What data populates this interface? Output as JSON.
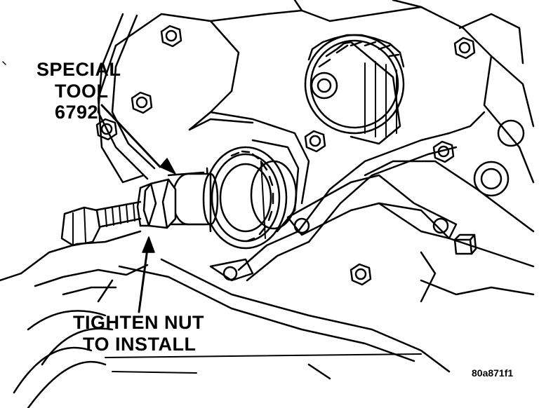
{
  "callouts": {
    "special_tool_line1": "SPECIAL",
    "special_tool_line2": "TOOL",
    "special_tool_line3": "6792",
    "instruction_line1": "TIGHTEN NUT",
    "instruction_line2": "TO INSTALL"
  },
  "figure_code": "80a871f1",
  "colors": {
    "line": "#000000",
    "background": "#ffffff"
  }
}
